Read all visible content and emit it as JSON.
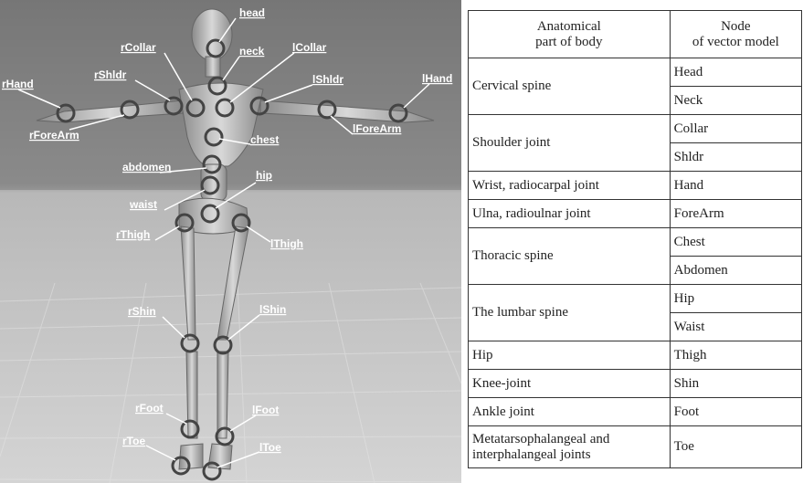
{
  "figure": {
    "labels": {
      "head": "head",
      "neck": "neck",
      "rCollar": "rCollar",
      "lCollar": "lCollar",
      "rShldr": "rShldr",
      "lShldr": "lShldr",
      "rHand": "rHand",
      "lHand": "lHand",
      "rForeArm": "rForeArm",
      "lForeArm": "lForeArm",
      "chest": "chest",
      "abdomen": "abdomen",
      "hip": "hip",
      "waist": "waist",
      "rThigh": "rThigh",
      "lThigh": "lThigh",
      "rShin": "rShin",
      "lShin": "lShin",
      "rFoot": "rFoot",
      "lFoot": "lFoot",
      "rToe": "rToe",
      "lToe": "lToe"
    }
  },
  "table": {
    "header": {
      "col1_line1": "Anatomical",
      "col1_line2": "part of body",
      "col2_line1": "Node",
      "col2_line2": "of vector model"
    },
    "rows": [
      {
        "part": "Cervical spine",
        "nodes": [
          "Head",
          "Neck"
        ]
      },
      {
        "part": "Shoulder joint",
        "nodes": [
          "Collar",
          "Shldr"
        ]
      },
      {
        "part": "Wrist, radiocarpal joint",
        "nodes": [
          "Hand"
        ]
      },
      {
        "part": "Ulna, radioulnar joint",
        "nodes": [
          "ForeArm"
        ]
      },
      {
        "part": "Thoracic spine",
        "nodes": [
          "Chest",
          "Abdomen"
        ]
      },
      {
        "part": "The lumbar spine",
        "nodes": [
          "Hip",
          "Waist"
        ]
      },
      {
        "part": "Hip",
        "nodes": [
          "Thigh"
        ]
      },
      {
        "part": "Knee-joint",
        "nodes": [
          "Shin"
        ]
      },
      {
        "part": "Ankle joint",
        "nodes": [
          "Foot"
        ]
      },
      {
        "part": "Metatarsophalangeal and interphalangeal joints",
        "nodes": [
          "Toe"
        ]
      }
    ]
  }
}
